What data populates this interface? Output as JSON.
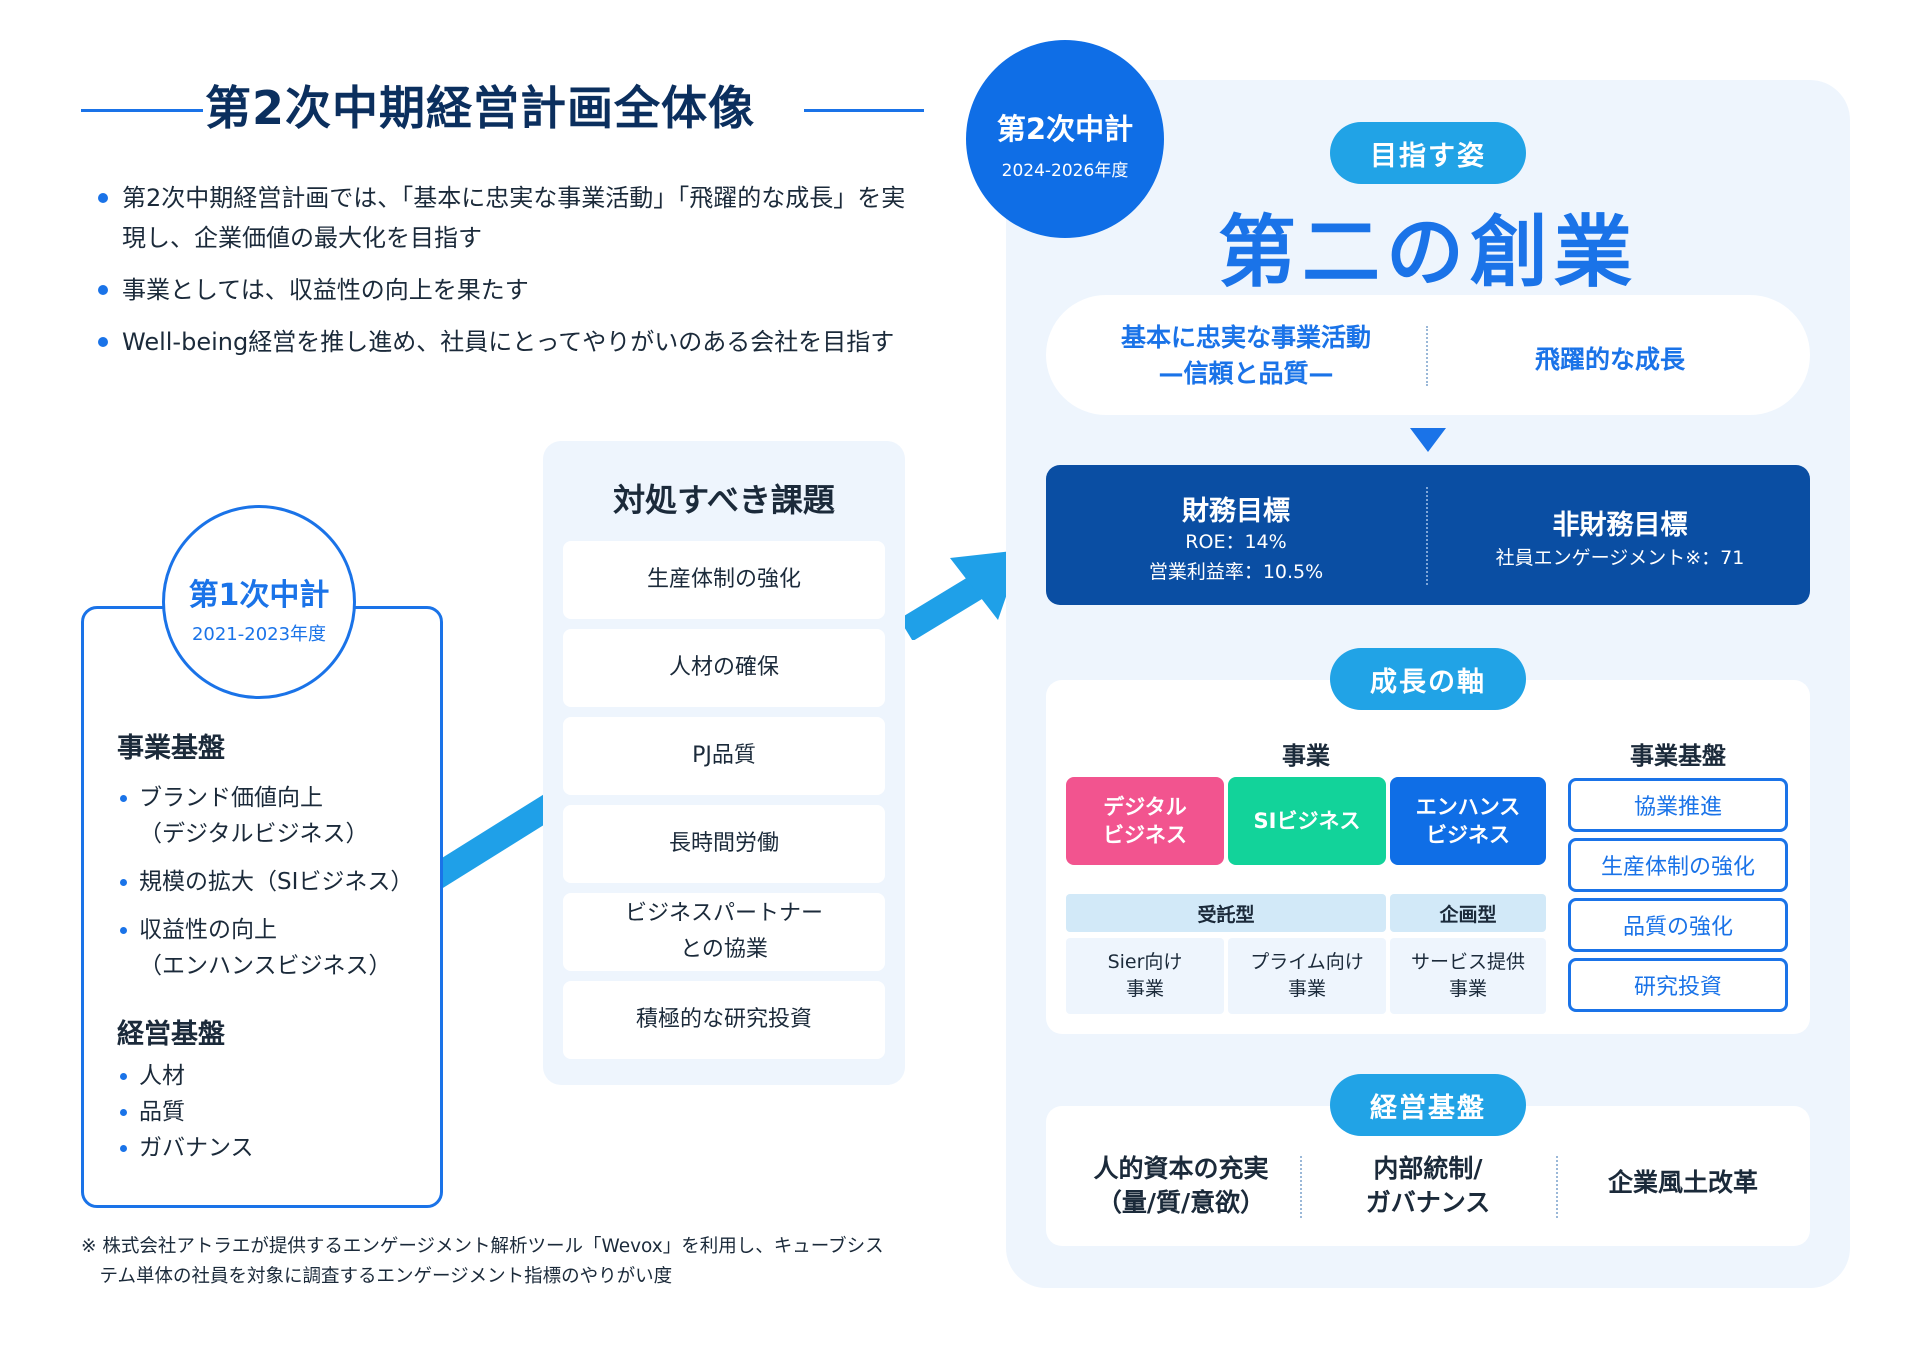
{
  "title": "第2次中期経営計画全体像",
  "intro_bullets": [
    "第2次中期経営計画では、「基本に忠実な事業活動」「飛躍的な成長」を実現し、企業価値の最大化を目指す",
    "事業としては、収益性の向上を果たす",
    "Well-being経営を推し進め、社員にとってやりがいのある会社を目指す"
  ],
  "plan1": {
    "name": "第1次中計",
    "period": "2021-2023年度",
    "business_heading": "事業基盤",
    "business_items": [
      "ブランド価値向上\n（デジタルビジネス）",
      "規模の拡大（SIビジネス）",
      "収益性の向上\n（エンハンスビジネス）"
    ],
    "management_heading": "経営基盤",
    "management_items": [
      "人材",
      "品質",
      "ガバナンス"
    ]
  },
  "issues": {
    "title": "対処すべき課題",
    "items": [
      "生産体制の強化",
      "人材の確保",
      "PJ品質",
      "長時間労働",
      "ビジネスパートナー\nとの協業",
      "積極的な研究投資"
    ]
  },
  "plan2": {
    "name": "第2次中計",
    "period": "2024-2026年度",
    "vision_label": "目指す姿",
    "vision": "第二の創業",
    "pillar_left": "基本に忠実な事業活動\n—信頼と品質—",
    "pillar_right": "飛躍的な成長",
    "financial": {
      "title": "財務目標",
      "lines": "ROE：14%\n営業利益率：10.5%"
    },
    "nonfinancial": {
      "title": "非財務目標",
      "line": "社員エンゲージメント※：71"
    },
    "growth_label": "成長の軸",
    "business_heading": "事業",
    "businesses": [
      "デジタル\nビジネス",
      "SIビジネス",
      "エンハンス\nビジネス"
    ],
    "type_contract": "受託型",
    "type_planning": "企画型",
    "type_cells": [
      "Sier向け\n事業",
      "プライム向け\n事業",
      "サービス提供\n事業"
    ],
    "foundation_heading": "事業基盤",
    "foundation_items": [
      "協業推進",
      "生産体制の強化",
      "品質の強化",
      "研究投資"
    ],
    "management_label": "経営基盤",
    "management_items": [
      "人的資本の充実\n（量/質/意欲）",
      "内部統制/\nガバナンス",
      "企業風土改革"
    ]
  },
  "footnote": "※ 株式会社アトラエが提供するエンゲージメント解析ツール「Wevox」を利用し、キューブシス\n　テム単体の社員を対象に調査するエンゲージメント指標のやりがい度",
  "colors": {
    "primary": "#1a73e8",
    "navy": "#0a4ea3",
    "sky": "#21a3e6",
    "digital": "#f2548f",
    "si": "#12d39a",
    "enhance": "#0f6ee6",
    "panel_bg": "#eef5fd"
  }
}
